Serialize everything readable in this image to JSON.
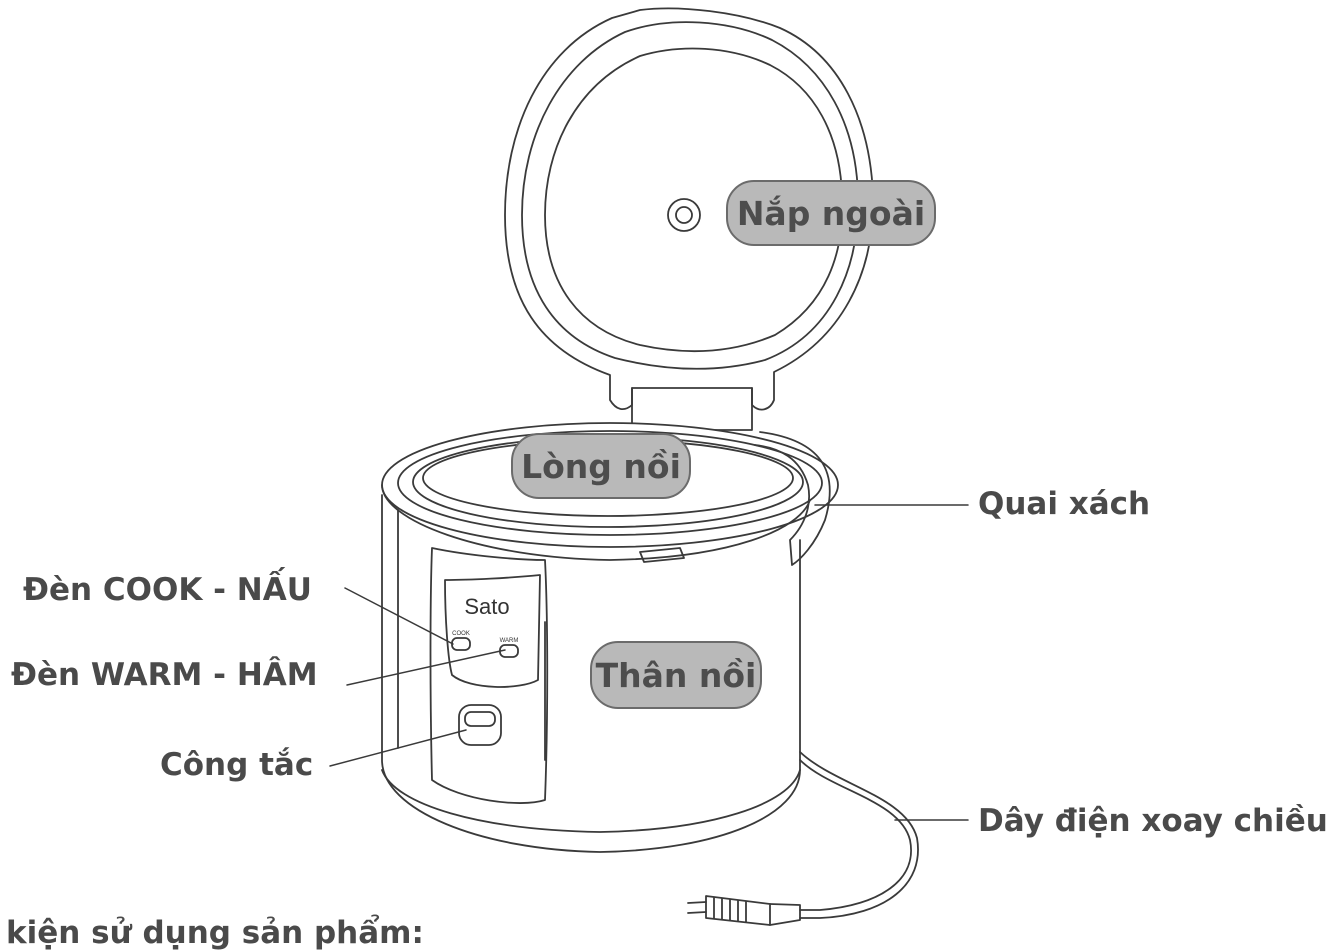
{
  "callouts": {
    "lid_outer": "Nắp ngoài",
    "inner_pot": "Lòng nồi",
    "body": "Thân nồi",
    "handle": "Quai xách",
    "cook_lamp": "Đèn COOK - NẤU",
    "warm_lamp": "Đèn WARM - HÂM",
    "switch": "Công tắc",
    "power_cord": "Dây điện xoay chiều"
  },
  "panel": {
    "brand": "Sato",
    "cook_text": "COOK",
    "warm_text": "WARM"
  },
  "footer_text": "kiện sử dụng sản phẩm:",
  "colors": {
    "label_text": "#4a4a4a",
    "pill_fill": "#b9b9b9",
    "pill_border": "#6b6b6b",
    "line_art": "#3a3a3a"
  }
}
